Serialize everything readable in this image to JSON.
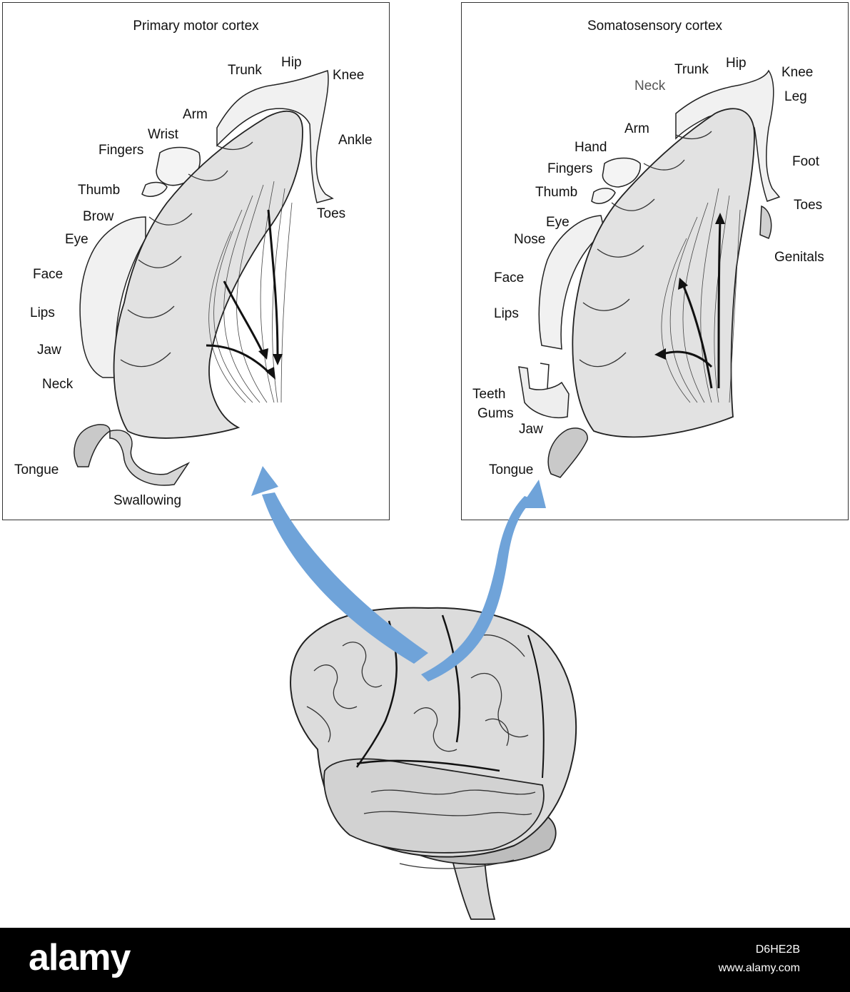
{
  "panels": {
    "motor": {
      "title": "Primary motor cortex",
      "labels": [
        "Trunk",
        "Hip",
        "Knee",
        "Arm",
        "Wrist",
        "Fingers",
        "Ankle",
        "Thumb",
        "Brow",
        "Eye",
        "Toes",
        "Face",
        "Lips",
        "Jaw",
        "Neck",
        "Tongue",
        "Swallowing"
      ]
    },
    "sensory": {
      "title": "Somatosensory cortex",
      "labels": [
        "Trunk",
        "Hip",
        "Knee",
        "Neck",
        "Leg",
        "Arm",
        "Hand",
        "Fingers",
        "Foot",
        "Thumb",
        "Toes",
        "Eye",
        "Nose",
        "Genitals",
        "Face",
        "Lips",
        "Teeth",
        "Gums",
        "Jaw",
        "Tongue"
      ]
    }
  },
  "colors": {
    "arrow": "#6fa3d9",
    "cortex_fill": "#e2e2e2",
    "outline": "#222222"
  },
  "footer": {
    "brand": "alamy",
    "image_id": "D6HE2B",
    "site": "www.alamy.com"
  }
}
